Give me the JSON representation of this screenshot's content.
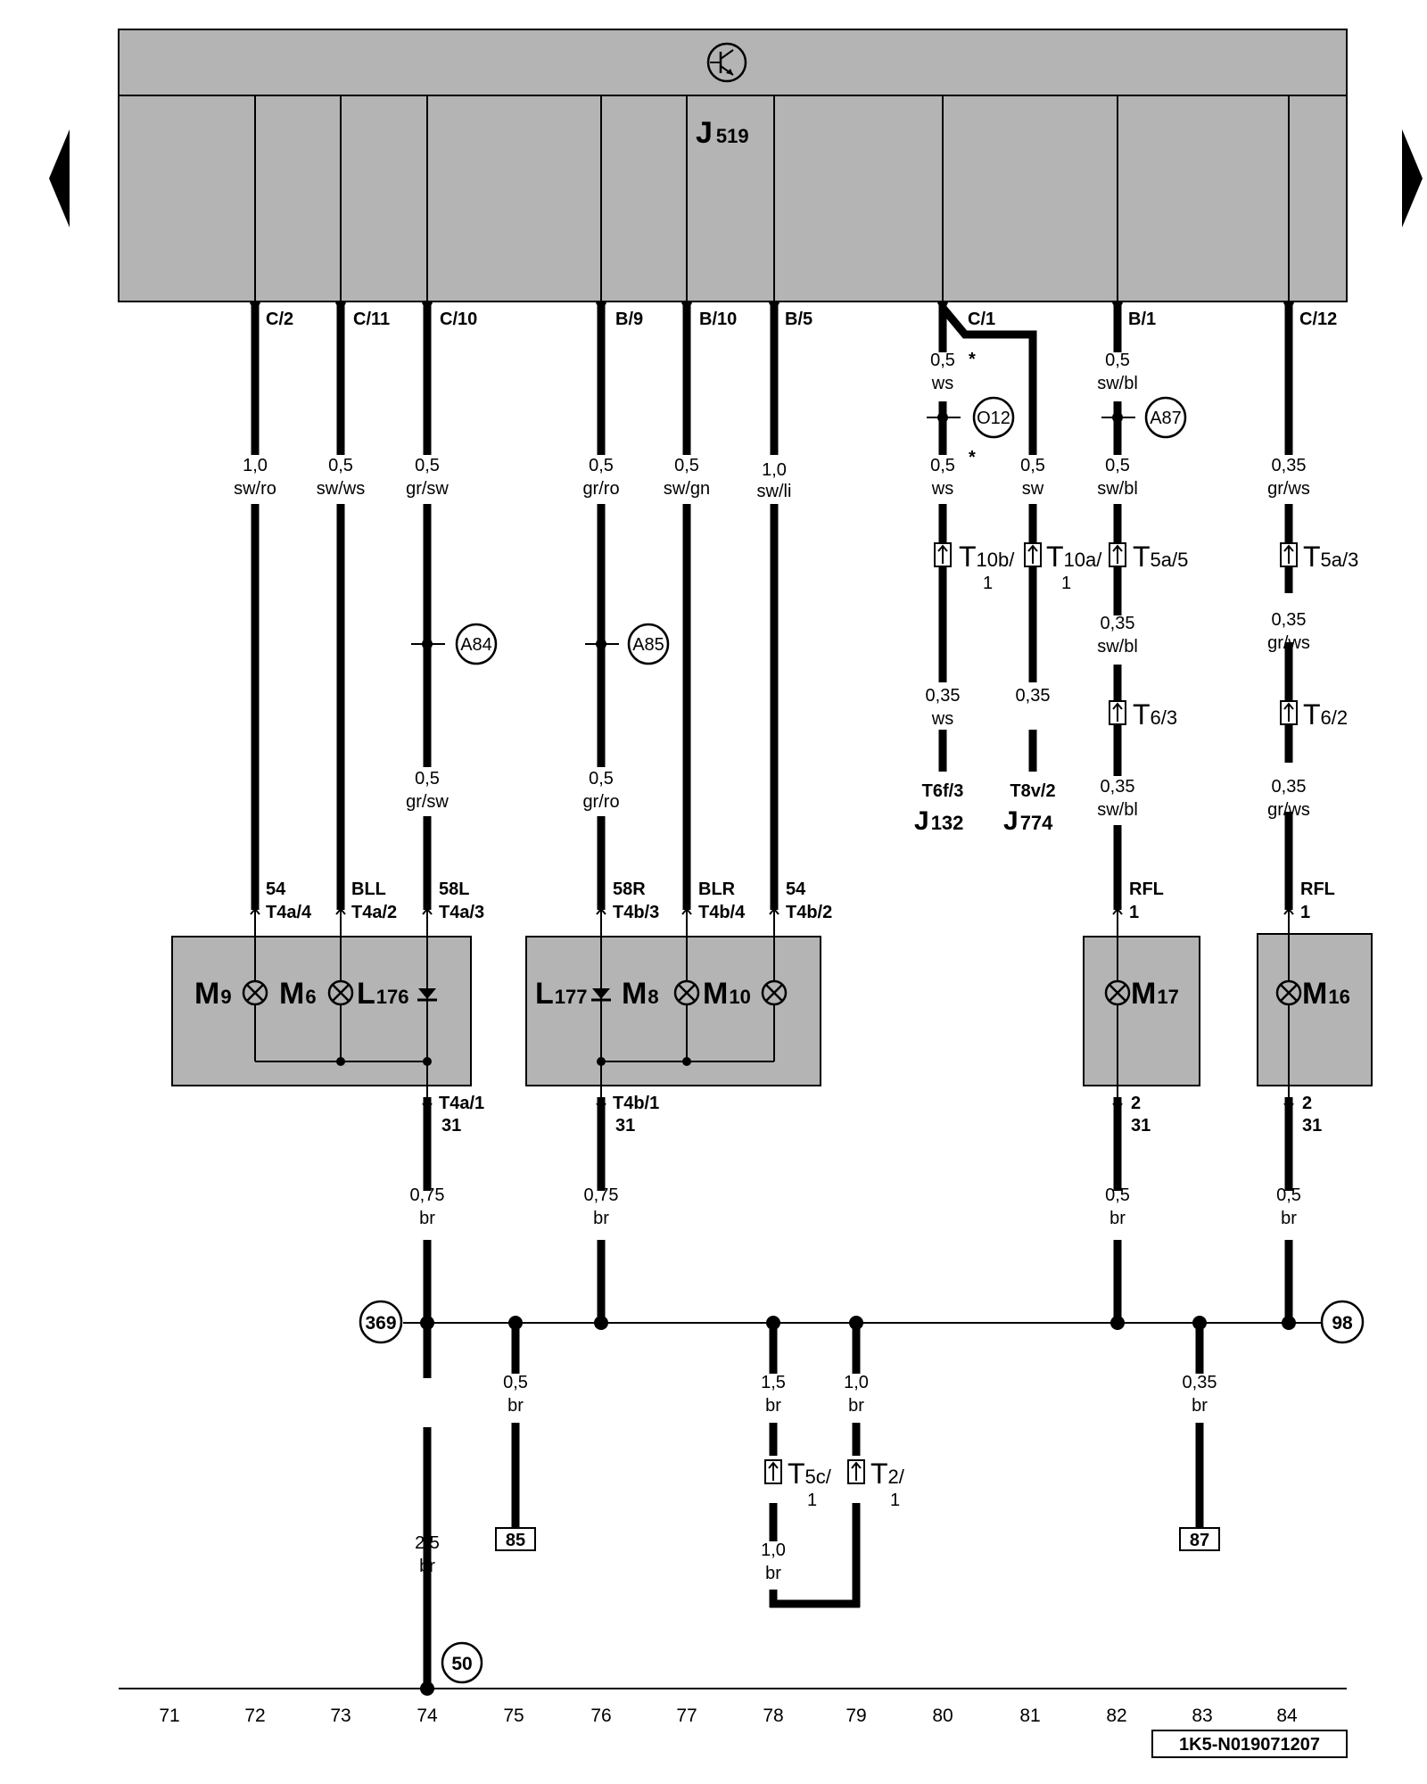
{
  "control_unit": {
    "label": "J",
    "sub": "519"
  },
  "pins": {
    "p72": "C/2",
    "p73": "C/11",
    "p74": "C/10",
    "p76": "B/9",
    "p77": "B/10",
    "p78": "B/5",
    "p80": "C/1",
    "p82": "B/1",
    "p84": "C/12"
  },
  "wires": {
    "w72": [
      "1,0",
      "sw/ro"
    ],
    "w73": [
      "0,5",
      "sw/ws"
    ],
    "w74a": [
      "0,5",
      "gr/sw"
    ],
    "w74b": [
      "0,5",
      "gr/sw"
    ],
    "w76a": [
      "0,5",
      "gr/ro"
    ],
    "w76b": [
      "0,5",
      "gr/ro"
    ],
    "w77": [
      "0,5",
      "sw/gn"
    ],
    "w78": [
      "1,0",
      "sw/li"
    ],
    "w80a": [
      "0,5",
      "ws",
      "*"
    ],
    "w80b": [
      "0,5",
      "ws",
      "*"
    ],
    "w80c": [
      "0,35",
      "ws"
    ],
    "w81a": [
      "0,5",
      "sw"
    ],
    "w81b": [
      "0,35",
      ""
    ],
    "w82a": [
      "0,5",
      "sw/bl"
    ],
    "w82b": [
      "0,5",
      "sw/bl"
    ],
    "w82c": [
      "0,35",
      "sw/bl"
    ],
    "w82d": [
      "0,35",
      "sw/bl"
    ],
    "w82e": [
      "0,5",
      "br"
    ],
    "w84a": [
      "0,35",
      "gr/ws"
    ],
    "w84b": [
      "0,35",
      "gr/ws"
    ],
    "w84c": [
      "0,35",
      "gr/ws"
    ],
    "w84e": [
      "0,5",
      "br"
    ],
    "w74g": [
      "0,75",
      "br"
    ],
    "w76g": [
      "0,75",
      "br"
    ],
    "w75d": [
      "0,5",
      "br"
    ],
    "w78d": [
      "1,5",
      "br"
    ],
    "w79d": [
      "1,0",
      "br"
    ],
    "w78e": [
      "1,0",
      "br"
    ],
    "w83d": [
      "0,35",
      "br"
    ],
    "w74d": [
      "2,5",
      "br"
    ]
  },
  "splices": {
    "s1": "A84",
    "s2": "A85",
    "s3": "O12",
    "s4": "A87"
  },
  "connectors": {
    "c1": {
      "name": "T",
      "sub": "10b/",
      "sub2": "1"
    },
    "c2": {
      "name": "T",
      "sub": "10a/",
      "sub2": "1"
    },
    "c3": {
      "name": "T",
      "sub": "5a/5"
    },
    "c4": {
      "name": "T",
      "sub": "5a/3"
    },
    "c5": {
      "name": "T",
      "sub": "6/3"
    },
    "c6": {
      "name": "T",
      "sub": "6/2"
    },
    "c7": {
      "name": "T",
      "sub": "5c/",
      "sub2": "1"
    },
    "c8": {
      "name": "T",
      "sub": "2/",
      "sub2": "1"
    }
  },
  "ends": {
    "e80": {
      "pin": "T6f/3",
      "name": "J",
      "sub": "132"
    },
    "e81": {
      "pin": "T8v/2",
      "name": "J",
      "sub": "774"
    }
  },
  "box_pins": {
    "bp72": [
      "54",
      "T4a/4"
    ],
    "bp73": [
      "BLL",
      "T4a/2"
    ],
    "bp74": [
      "58L",
      "T4a/3"
    ],
    "bp76": [
      "58R",
      "T4b/3"
    ],
    "bp77": [
      "BLR",
      "T4b/4"
    ],
    "bp78": [
      "54",
      "T4b/2"
    ],
    "bp82": [
      "RFL",
      "1"
    ],
    "bp84": [
      "RFL",
      "1"
    ],
    "bb74": [
      "T4a/1",
      "31"
    ],
    "bb76": [
      "T4b/1",
      "31"
    ],
    "bb82": [
      "2",
      "31"
    ],
    "bb84": [
      "2",
      "31"
    ]
  },
  "components": {
    "m9": [
      "M",
      "9"
    ],
    "m6": [
      "M",
      "6"
    ],
    "l176": [
      "L",
      "176"
    ],
    "l177": [
      "L",
      "177"
    ],
    "m8": [
      "M",
      "8"
    ],
    "m10": [
      "M",
      "10"
    ],
    "m17": [
      "M",
      "17"
    ],
    "m16": [
      "M",
      "16"
    ]
  },
  "refs": {
    "r369": "369",
    "r98": "98",
    "r50": "50"
  },
  "grounds": {
    "g85": "85",
    "g87": "87"
  },
  "tracks": [
    "71",
    "72",
    "73",
    "74",
    "75",
    "76",
    "77",
    "78",
    "79",
    "80",
    "81",
    "82",
    "83",
    "84"
  ],
  "doc_id": "1K5-N019071207",
  "nav": {
    "prev": "previous-page",
    "next": "next-page"
  },
  "colors": {
    "module_fill": "#b4b4b4",
    "wire": "#000000",
    "background": "#ffffff"
  }
}
